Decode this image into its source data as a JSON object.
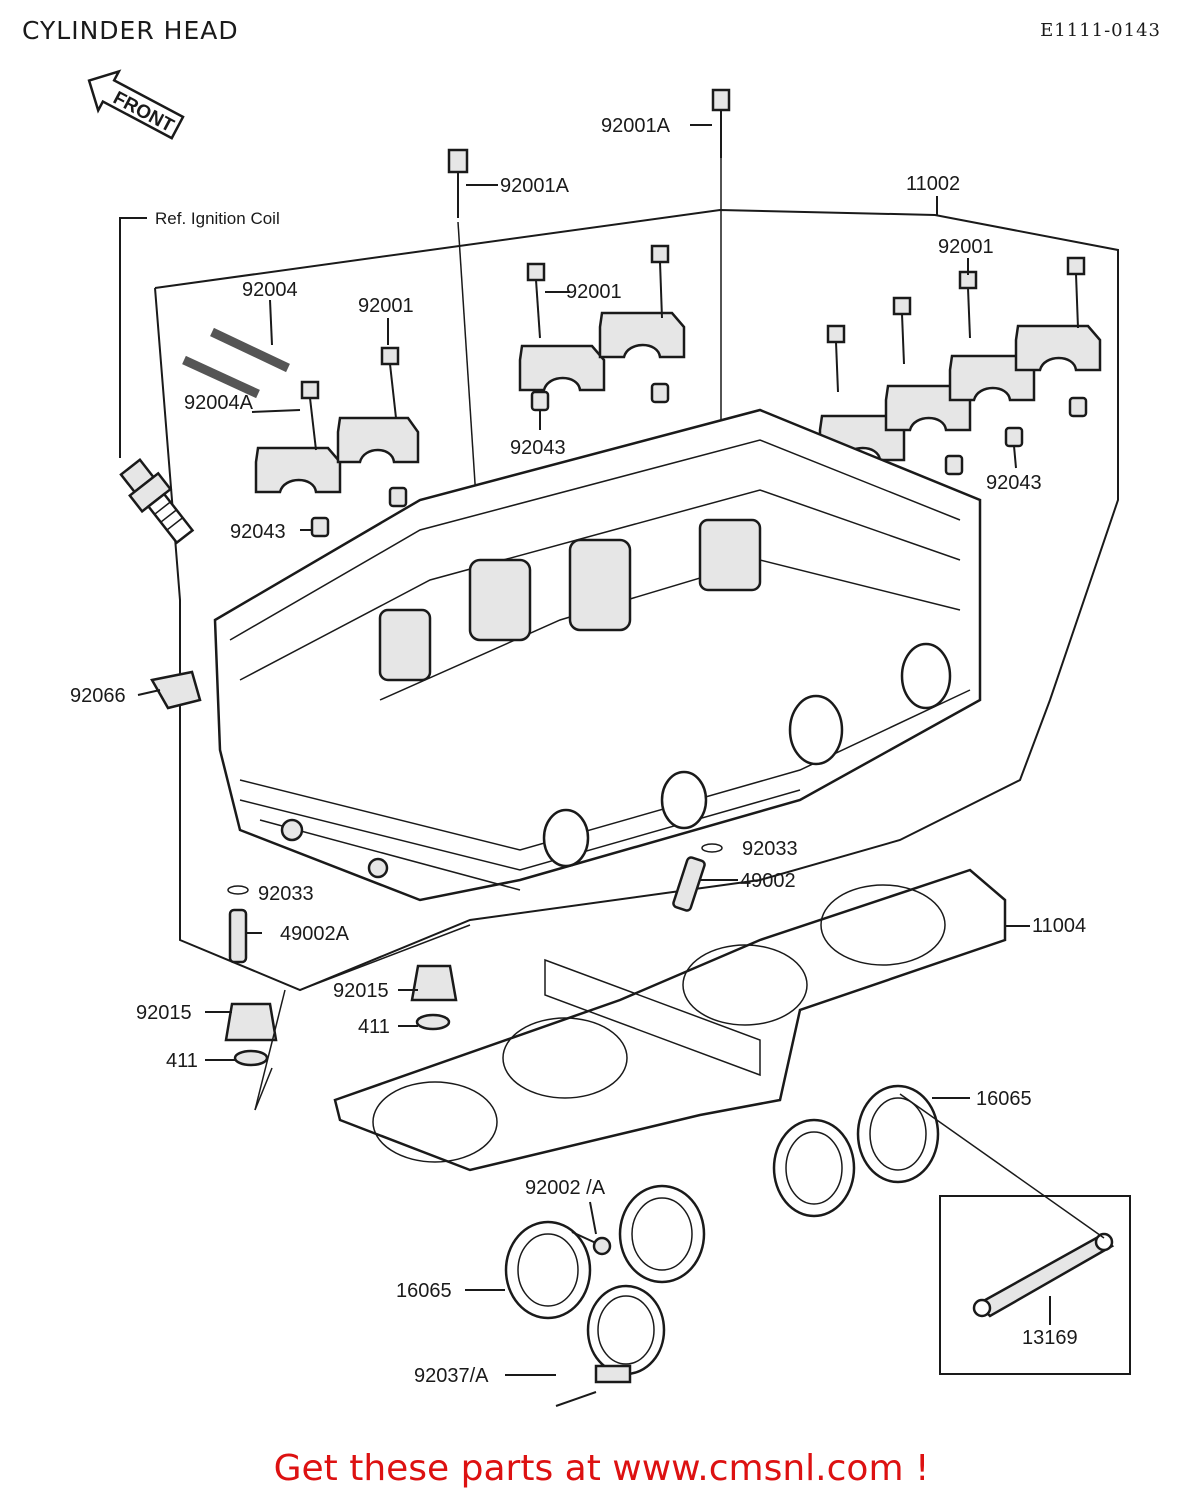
{
  "header": {
    "title": "CYLINDER HEAD",
    "ref_code": "E1111-0143"
  },
  "front_arrow": {
    "label": "FRONT"
  },
  "callouts": {
    "ref_ignition_coil": "Ref. Ignition Coil",
    "p92001A_top": "92001A",
    "p92001A_mid": "92001A",
    "p11002": "11002",
    "p92004": "92004",
    "p92001_left": "92001",
    "p92001_center": "92001",
    "p92001_right": "92001",
    "p92004A": "92004A",
    "p92043_left": "92043",
    "p92043_center": "92043",
    "p92043_right": "92043",
    "p92066": "92066",
    "p92033_left": "92033",
    "p49002A": "49002A",
    "p92033_right": "92033",
    "p49002": "49002",
    "p11004": "11004",
    "p92015_left": "92015",
    "p92015_right": "92015",
    "p411_left": "411",
    "p411_right": "411",
    "p16065_right": "16065",
    "p92002A": "92002 /A",
    "p16065_left": "16065",
    "p13169": "13169",
    "p92037A": "92037/A"
  },
  "footer": {
    "cta": "Get these parts at www.cmsnl.com !"
  }
}
